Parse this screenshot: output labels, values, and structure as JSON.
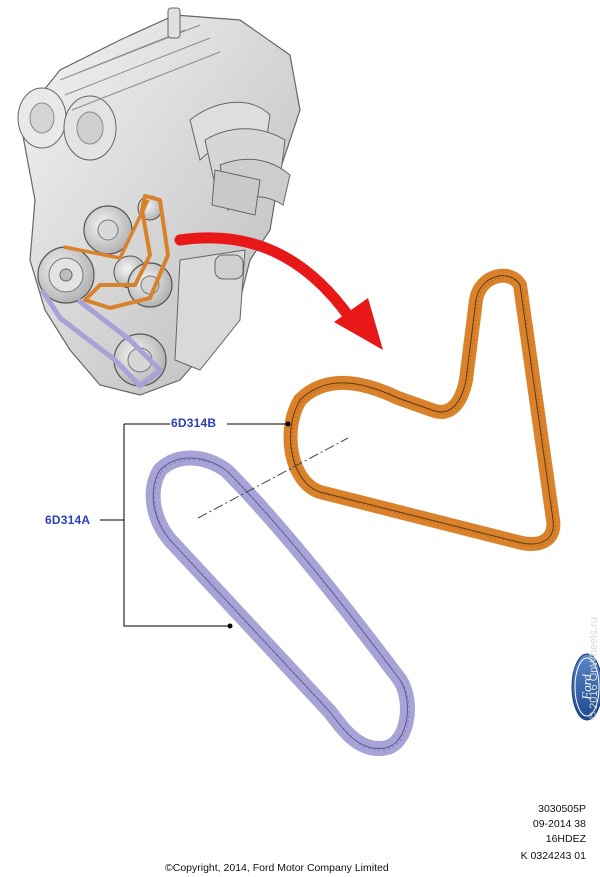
{
  "labels": {
    "belt_b": "6D314B",
    "belt_a": "6D314A"
  },
  "footer": {
    "ref_lines": [
      "3030505P",
      "09-2014 38",
      "16HDEZ",
      "K 0324243 01"
    ],
    "copyright": "©Copyright, 2014, Ford Motor Company Limited",
    "watermark": "© 2016 OnWheels.ru"
  },
  "logo": {
    "text": "Ford"
  },
  "colors": {
    "label_blue": "#2a3fb8",
    "belt_orange": "#d9822b",
    "belt_purple": "#a8a3d6",
    "arrow_red": "#e81818",
    "engine_gray": "#cfcfcf",
    "logo_blue": "#2f5fa8"
  },
  "icons": {
    "engine": "engine-illustration",
    "arrow": "curved-arrow",
    "logo": "ford-oval-logo"
  }
}
